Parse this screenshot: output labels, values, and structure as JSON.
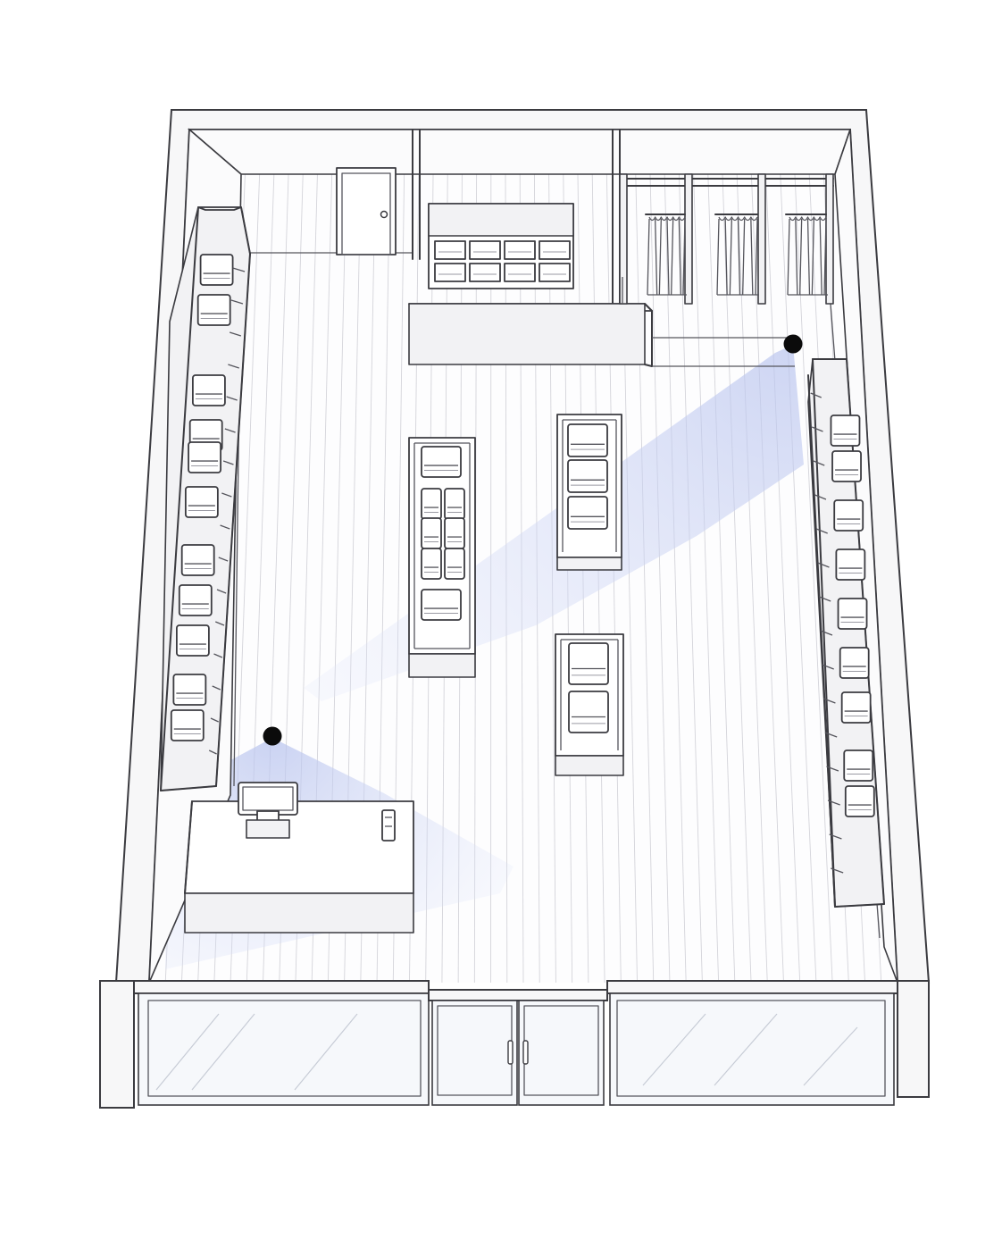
{
  "diagram": {
    "type": "isometric-store-floor-plan",
    "colors": {
      "line": "#3b3b40",
      "floor_plank": "#d4d4da",
      "camera_dot": "#0b0b0b",
      "camera_cone": "#c9d2f2",
      "background": "#ffffff"
    },
    "cameras": [
      {
        "name": "camera-checkout",
        "icon": "security-camera-dot"
      },
      {
        "name": "camera-fitting-rooms",
        "icon": "security-camera-dot"
      }
    ],
    "areas": [
      "back-door",
      "storage-cubby-shelf",
      "back-counter",
      "fitting-rooms",
      "left-wall-shelving",
      "right-wall-shelving",
      "center-display-tables",
      "checkout-counter",
      "storefront-windows",
      "entrance-double-doors"
    ]
  }
}
